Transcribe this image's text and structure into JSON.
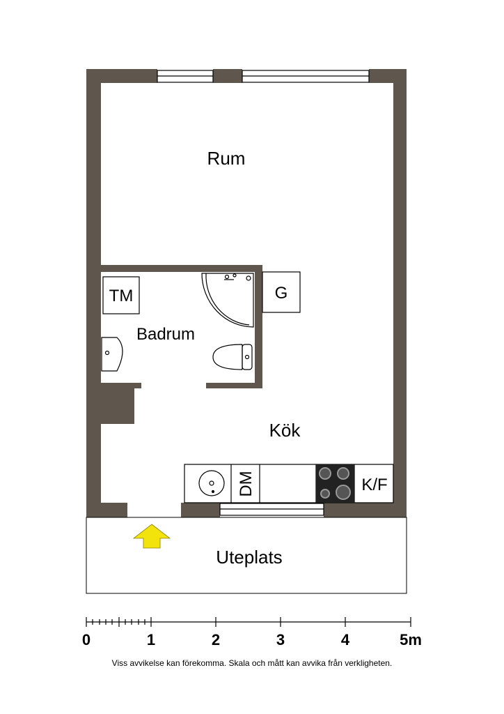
{
  "colors": {
    "wall": "#5f574d",
    "arrow": "#f2e30c",
    "line": "#000000"
  },
  "rooms": {
    "rum": "Rum",
    "badrum": "Badrum",
    "tm": "TM",
    "g": "G",
    "kok": "Kök",
    "dm": "DM",
    "kf": "K/F",
    "uteplats": "Uteplats"
  },
  "entrance_icon": "entrance-arrow-icon",
  "scale": {
    "labels": [
      "0",
      "1",
      "2",
      "3",
      "4",
      "5m"
    ]
  },
  "disclaimer": "Viss avvikelse kan förekomma. Skala och mått kan avvika från verkligheten."
}
